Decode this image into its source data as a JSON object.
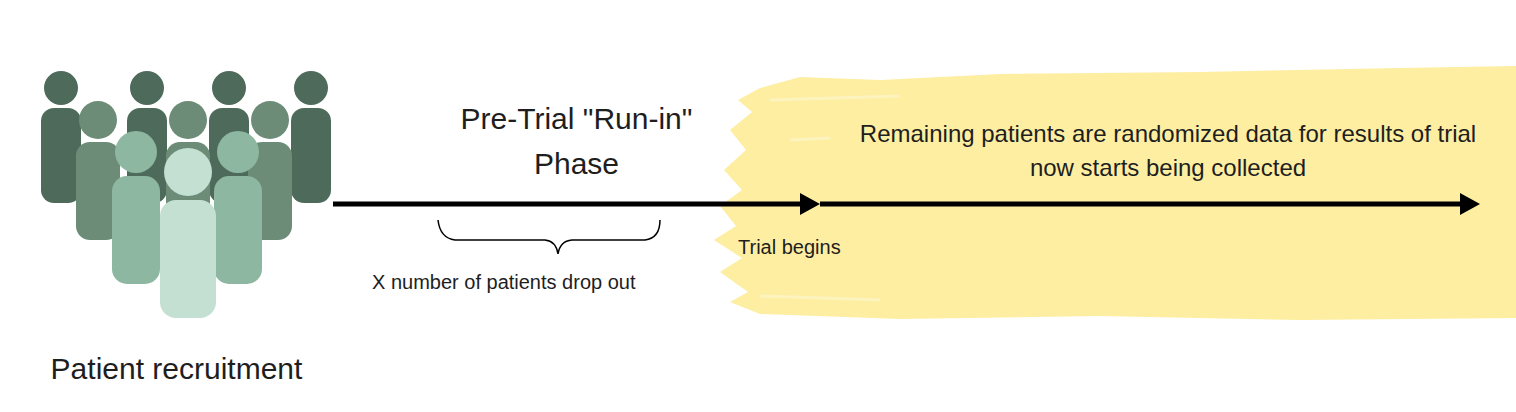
{
  "diagram": {
    "nodes": [
      {
        "text": [
          "Patient recruitment"
        ]
      },
      {
        "text": [
          "Remaining patients are randomized data for results of trial now starts being collected"
        ]
      }
    ],
    "edges": [
      {
        "from": 0,
        "to": 1,
        "arrow": "to",
        "label": "Pre-Trial \"Run-in\" Phase"
      }
    ],
    "labels": [
      "X number of patients drop out",
      "Trial begins"
    ]
  }
}
